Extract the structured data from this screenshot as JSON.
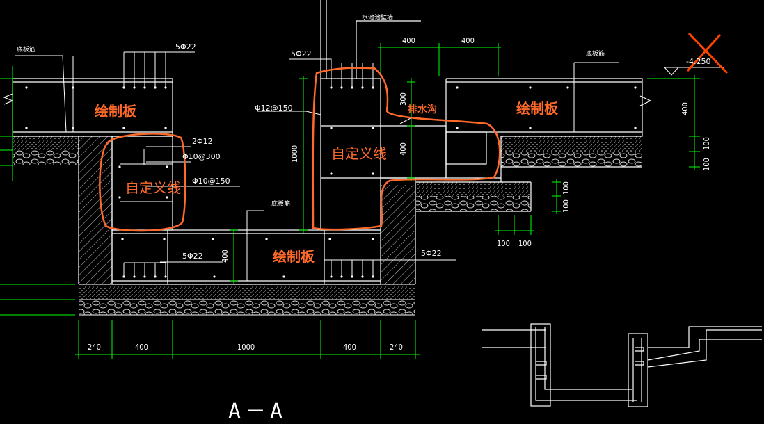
{
  "section_title": "A－A",
  "region_labels": {
    "left_slab": "绘制板",
    "right_slab": "绘制板",
    "bottom_slab": "绘制板",
    "custom_left": "自定义线",
    "custom_right": "自定义线",
    "drain_ditch": "排水沟"
  },
  "notes": {
    "bottom_rebar_left": "底板筋",
    "bottom_rebar_mid": "底板筋",
    "bottom_rebar_right": "底板筋",
    "pool_wall": "水池池壁墙",
    "elevation": "-4.250"
  },
  "rebar": {
    "top_left": "5Φ22",
    "top_wall": "5Φ22",
    "bottom_left": "5Φ22",
    "bottom_right": "5Φ22",
    "wall_stirrup": "Φ12@150",
    "bars_2": "2Φ12",
    "stirrup_300": "Φ10@300",
    "stirrup_150": "Φ10@150"
  },
  "dimensions": {
    "top_400_a": "400",
    "top_400_b": "400",
    "right_400": "400",
    "right_100_a": "100",
    "right_100_b": "100",
    "ditch_100_a": "100",
    "ditch_100_b": "100",
    "ditch_h_100_a": "100",
    "ditch_h_100_b": "100",
    "wall_1000": "1000",
    "ditch_300": "300",
    "ditch_400": "400",
    "bottom_400": "400",
    "bottom_240_a": "240",
    "bottom_400_a": "400",
    "bottom_1000": "1000",
    "bottom_400_b": "400",
    "bottom_240_b": "240"
  },
  "colors": {
    "background": "#000000",
    "lines": "#ffffff",
    "dimension": "#00ff00",
    "annotation": "#ff6a2a",
    "cross_mark": "#ff4400"
  }
}
